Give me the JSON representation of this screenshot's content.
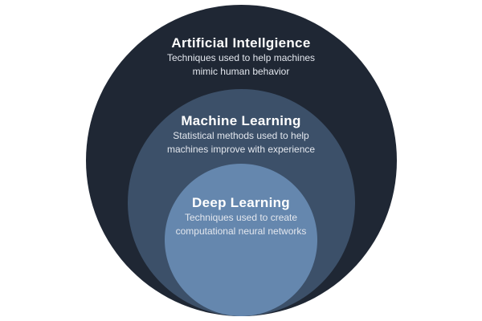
{
  "diagram": {
    "type": "nested-circles",
    "colors": {
      "background": "#ffffff",
      "outer": "#1f2734",
      "middle": "#3c5069",
      "inner": "#6587ae",
      "title_text": "#ffffff",
      "desc_text": "#e3e7ee"
    },
    "layers": [
      {
        "title": "Artificial Intellgience",
        "description_lines": [
          "Techniques used to help machines",
          "mimic human behavior"
        ]
      },
      {
        "title": "Machine Learning",
        "description_lines": [
          "Statistical methods used to help",
          "machines improve with experience"
        ]
      },
      {
        "title": "Deep Learning",
        "description_lines": [
          "Techniques used to create",
          "computational neural networks"
        ]
      }
    ]
  }
}
